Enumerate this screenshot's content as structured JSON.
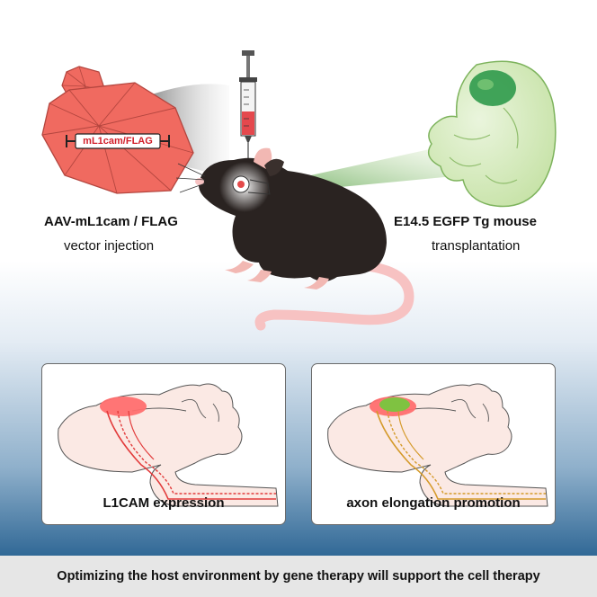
{
  "left": {
    "capsule_label": "mL1cam/FLAG",
    "title": "AAV-mL1cam / FLAG",
    "subtitle": "vector injection"
  },
  "right": {
    "title": "E14.5 EGFP Tg mouse",
    "subtitle": "transplantation"
  },
  "panels": [
    {
      "caption": "L1CAM expression",
      "accent": "#ff6f6f"
    },
    {
      "caption": "axon elongation promotion",
      "accent": "#7fc241"
    }
  ],
  "footer": "Optimizing the host environment by gene therapy will support the cell therapy",
  "colors": {
    "virus": "#f06a60",
    "embryo": "#d7ebc0",
    "embryo_brain": "#2f9a4b",
    "mouse": "#2a2321",
    "tail": "#f7c2c2",
    "brain_fill": "#fbe9e4"
  }
}
